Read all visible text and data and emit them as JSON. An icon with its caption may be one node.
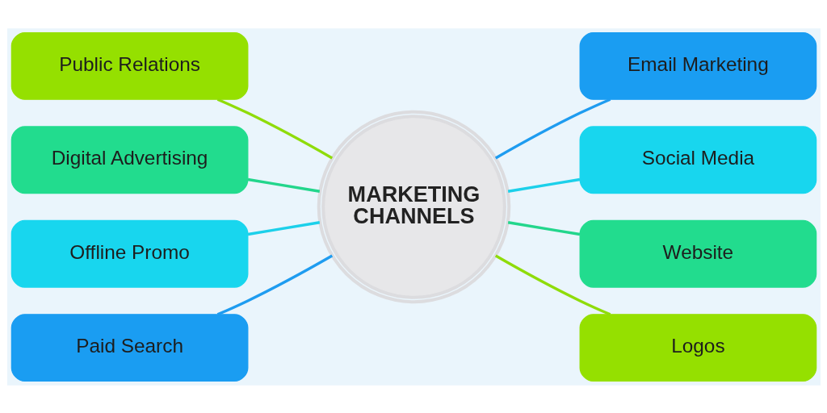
{
  "diagram": {
    "nodes": [
      {
        "text": [
          "Public Relations"
        ]
      },
      {
        "text": [
          "Email Marketing"
        ]
      },
      {
        "text": [
          "Digital Advertising"
        ]
      },
      {
        "text": [
          "Social Media"
        ]
      },
      {
        "text": [
          "MARKETING CHANNELS"
        ]
      },
      {
        "text": [
          "Offline Promo"
        ]
      },
      {
        "text": [
          "Website"
        ]
      },
      {
        "text": [
          "Paid Search"
        ]
      },
      {
        "text": [
          "Logos"
        ]
      }
    ],
    "edges": [
      {
        "from": 0,
        "to": 4,
        "arrow": "none",
        "color": "#8fdc0a"
      },
      {
        "from": 4,
        "to": 1,
        "arrow": "none",
        "color": "#1e9cf0"
      },
      {
        "from": 2,
        "to": 4,
        "arrow": "none",
        "color": "#23d68c"
      },
      {
        "from": 4,
        "to": 3,
        "arrow": "none",
        "color": "#1cd0ea"
      },
      {
        "from": 5,
        "to": 4,
        "arrow": "none",
        "color": "#1cd0ea"
      },
      {
        "from": 4,
        "to": 6,
        "arrow": "none",
        "color": "#23d68c"
      },
      {
        "from": 7,
        "to": 4,
        "arrow": "none",
        "color": "#1e9cf0"
      },
      {
        "from": 4,
        "to": 8,
        "arrow": "none",
        "color": "#8fdc0a"
      }
    ]
  }
}
